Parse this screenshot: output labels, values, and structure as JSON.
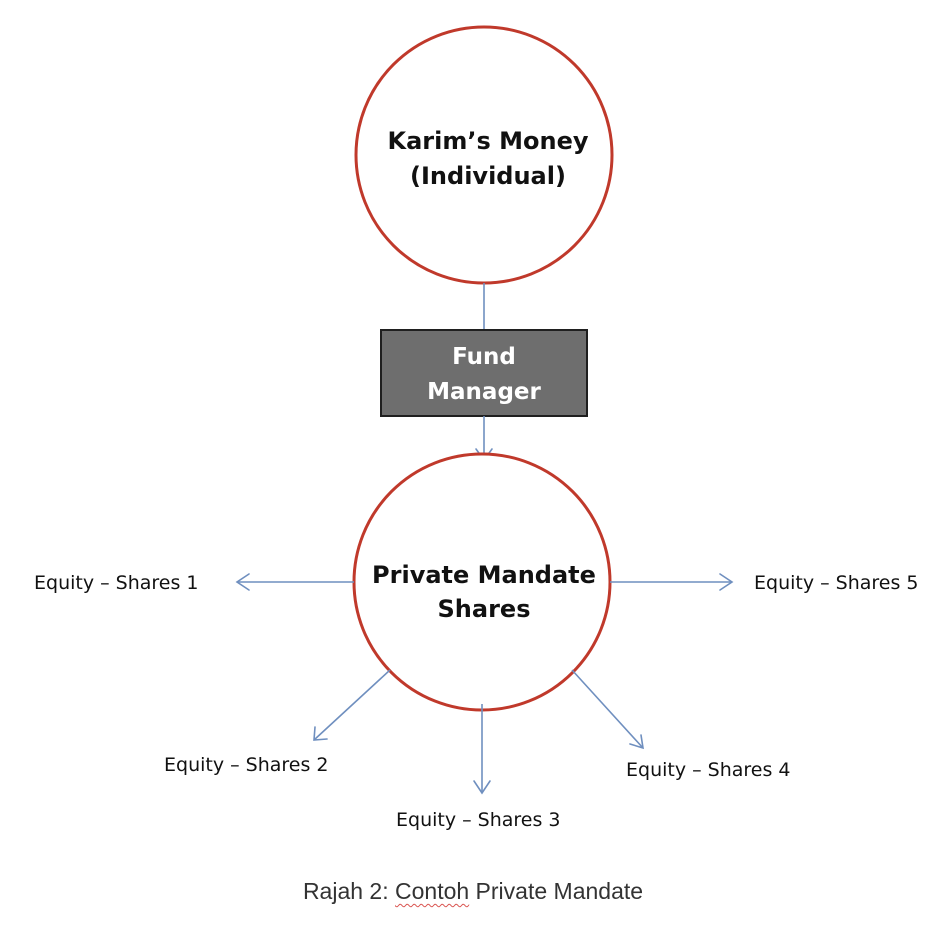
{
  "diagram": {
    "source_node": {
      "line1": "Karim’s Money",
      "line2": "(Individual)"
    },
    "manager_node": {
      "line1": "Fund",
      "line2": "Manager"
    },
    "center_node": {
      "line1": "Private Mandate",
      "line2": "Shares"
    },
    "leaves": [
      "Equity – Shares 1",
      "Equity – Shares 2",
      "Equity – Shares 3",
      "Equity – Shares 4",
      "Equity – Shares 5"
    ],
    "colors": {
      "circle_stroke": "#c0392b",
      "box_fill": "#6e6e6e",
      "connector": "#6f8fbf"
    }
  },
  "caption": {
    "before": "Rajah 2: ",
    "underlined": "Contoh",
    "after": " Private Mandate"
  }
}
